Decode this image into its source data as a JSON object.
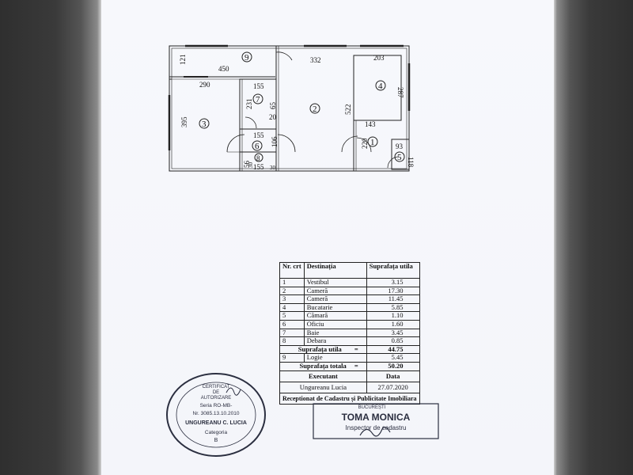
{
  "floor_plan": {
    "dimensions": [
      "121",
      "450",
      "332",
      "203",
      "290",
      "155",
      "287",
      "395",
      "231",
      "65",
      "20",
      "522",
      "143",
      "155",
      "106",
      "220",
      "93",
      "118",
      "56",
      "30",
      "155",
      "30"
    ],
    "room_numbers": [
      "9",
      "7",
      "2",
      "4",
      "3",
      "1",
      "6",
      "5",
      "8"
    ]
  },
  "areas_table": {
    "headers": {
      "nr": "Nr. crt",
      "destinatia": "Destinația",
      "suprafata": "Suprafața utila"
    },
    "rows": [
      {
        "nr": "1",
        "destinatia": "Vestibul",
        "suprafata": "3.15"
      },
      {
        "nr": "2",
        "destinatia": "Cameră",
        "suprafata": "17.30"
      },
      {
        "nr": "3",
        "destinatia": "Cameră",
        "suprafata": "11.45"
      },
      {
        "nr": "4",
        "destinatia": "Bucatarie",
        "suprafata": "5.85"
      },
      {
        "nr": "5",
        "destinatia": "Cămară",
        "suprafata": "1.10"
      },
      {
        "nr": "6",
        "destinatia": "Oficiu",
        "suprafata": "1.60"
      },
      {
        "nr": "7",
        "destinatia": "Baie",
        "suprafata": "3.45"
      },
      {
        "nr": "8",
        "destinatia": "Debara",
        "suprafata": "0.85"
      }
    ],
    "suprafata_utila_label": "Suprafața utila",
    "suprafata_utila_eq": "=",
    "suprafata_utila_value": "44.75",
    "logie": {
      "nr": "9",
      "destinatia": "Logie",
      "suprafata": "5.45"
    },
    "suprafata_totala_label": "Suprafața totala",
    "suprafata_totala_eq": "=",
    "suprafata_totala_value": "50.20",
    "executant_label": "Executant",
    "data_label": "Data",
    "executant_name": "Ungureanu Lucia",
    "executant_date": "27.07.2020",
    "receptionat_label": "Receptionat de Cadastru și Publicitate Imobiliara"
  },
  "stamp_round": {
    "line1": "CERTIFICAT",
    "line2": "DE",
    "line3": "AUTORIZARE",
    "line4": "Seria RO-MB-",
    "line5": "Nr. 3085.13.10.2010",
    "line6": "UNGUREANU C. LUCIA",
    "line7": "Categoria",
    "line8": "B"
  },
  "stamp_rect": {
    "line1": "BUCUREȘTI",
    "name": "TOMA MONICA",
    "title": "Inspector de cadastru"
  }
}
